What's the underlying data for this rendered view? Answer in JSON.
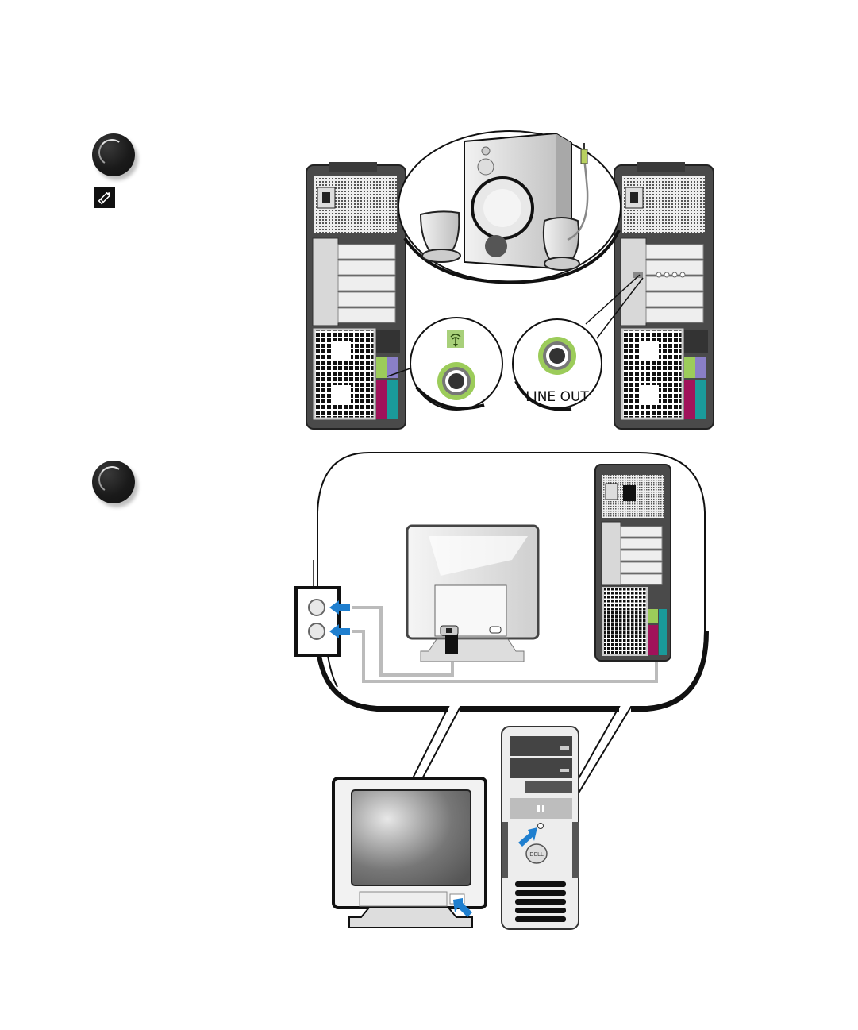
{
  "page": {
    "steps": [
      {
        "id": "step-connect-speakers",
        "label": "",
        "illustration": "speakers-to-line-out"
      },
      {
        "id": "step-connect-power",
        "label": "",
        "illustration": "power-cables-and-power-buttons"
      }
    ],
    "note_icon": "note-pencil-icon"
  },
  "figure_top": {
    "callout_left_icon": "audio-line-out-icon",
    "callout_right_label": "LINE OUT",
    "colors": {
      "jack_green": "#9ccc5a",
      "icon_bg": "#a8d07a",
      "tower_body": "#4a4a4a"
    }
  },
  "figure_bottom": {
    "arrow_color": "#1f7fcf",
    "items": [
      "wall-outlet",
      "monitor-rear",
      "computer-rear",
      "monitor-front",
      "computer-front"
    ],
    "brand_badge": "DELL"
  }
}
